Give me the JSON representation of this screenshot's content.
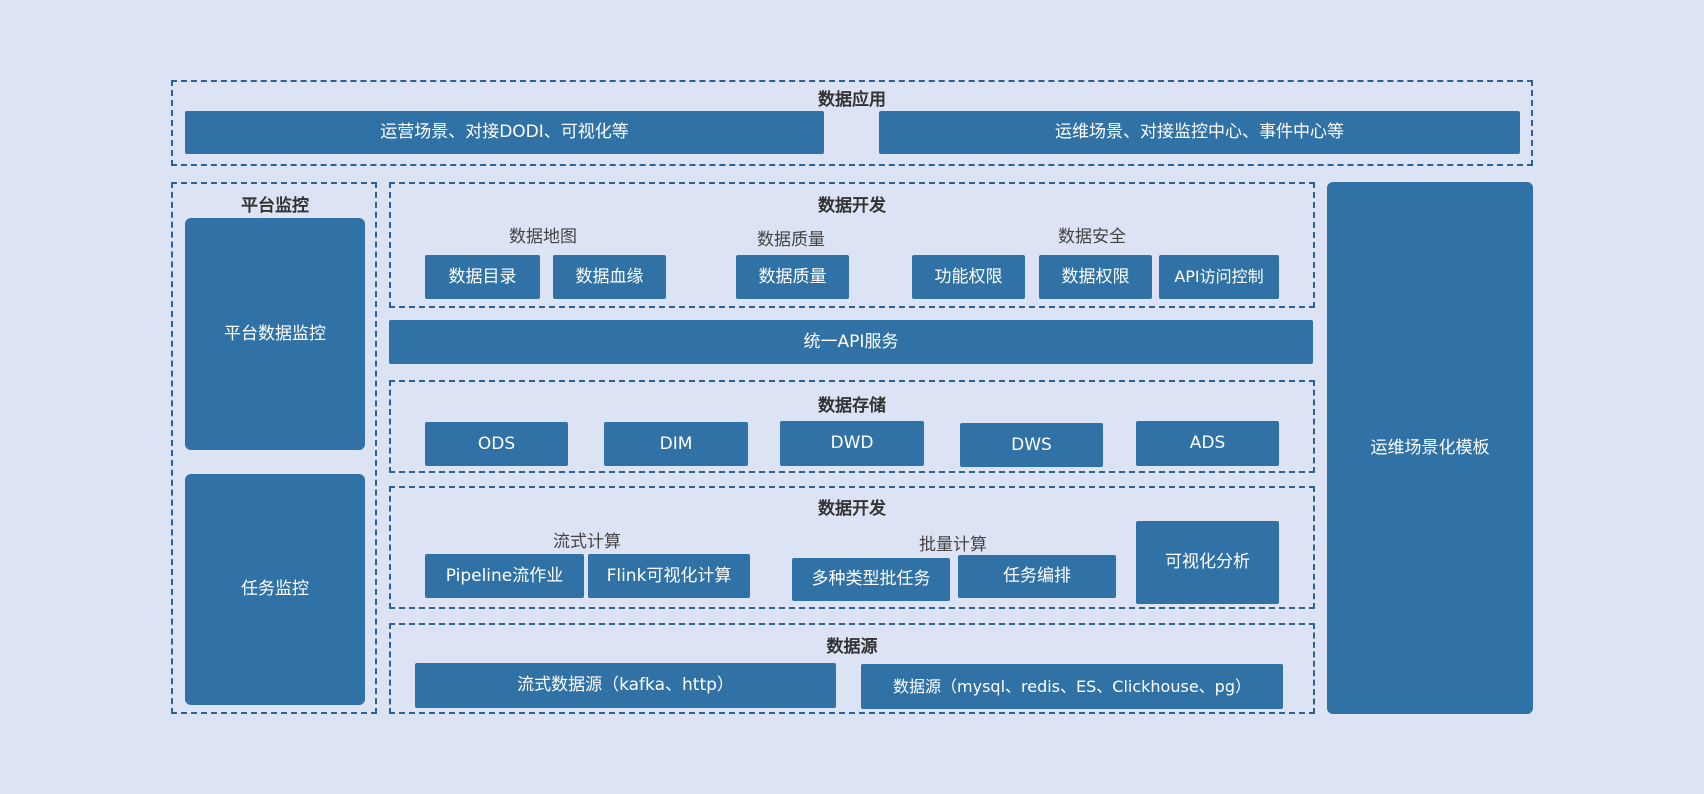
{
  "app_layer": {
    "title": "数据应用",
    "items": [
      "运营场景、对接DODI、可视化等",
      "运维场景、对接监控中心、事件中心等"
    ]
  },
  "monitor": {
    "title": "平台监控",
    "items": [
      "平台数据监控",
      "任务监控"
    ]
  },
  "dev_top": {
    "title": "数据开发",
    "groups": [
      {
        "label": "数据地图",
        "items": [
          "数据目录",
          "数据血缘"
        ]
      },
      {
        "label": "数据质量",
        "items": [
          "数据质量"
        ]
      },
      {
        "label": "数据安全",
        "items": [
          "功能权限",
          "数据权限",
          "API访问控制"
        ]
      }
    ]
  },
  "api": {
    "label": "统一API服务"
  },
  "storage": {
    "title": "数据存储",
    "items": [
      "ODS",
      "DIM",
      "DWD",
      "DWS",
      "ADS"
    ]
  },
  "dev_bottom": {
    "title": "数据开发",
    "groups": [
      {
        "label": "流式计算",
        "items": [
          "Pipeline流作业",
          "Flink可视化计算"
        ]
      },
      {
        "label": "批量计算",
        "items": [
          "多种类型批任务",
          "任务编排"
        ]
      }
    ],
    "visual": "可视化分析"
  },
  "source": {
    "title": "数据源",
    "items": [
      "流式数据源（kafka、http）",
      "数据源（mysql、redis、ES、Clickhouse、pg）"
    ]
  },
  "ops_template": {
    "label": "运维场景化模板"
  },
  "colors": {
    "box": "#3172a6",
    "border": "#2e6194",
    "background": "#dbe3f4"
  }
}
